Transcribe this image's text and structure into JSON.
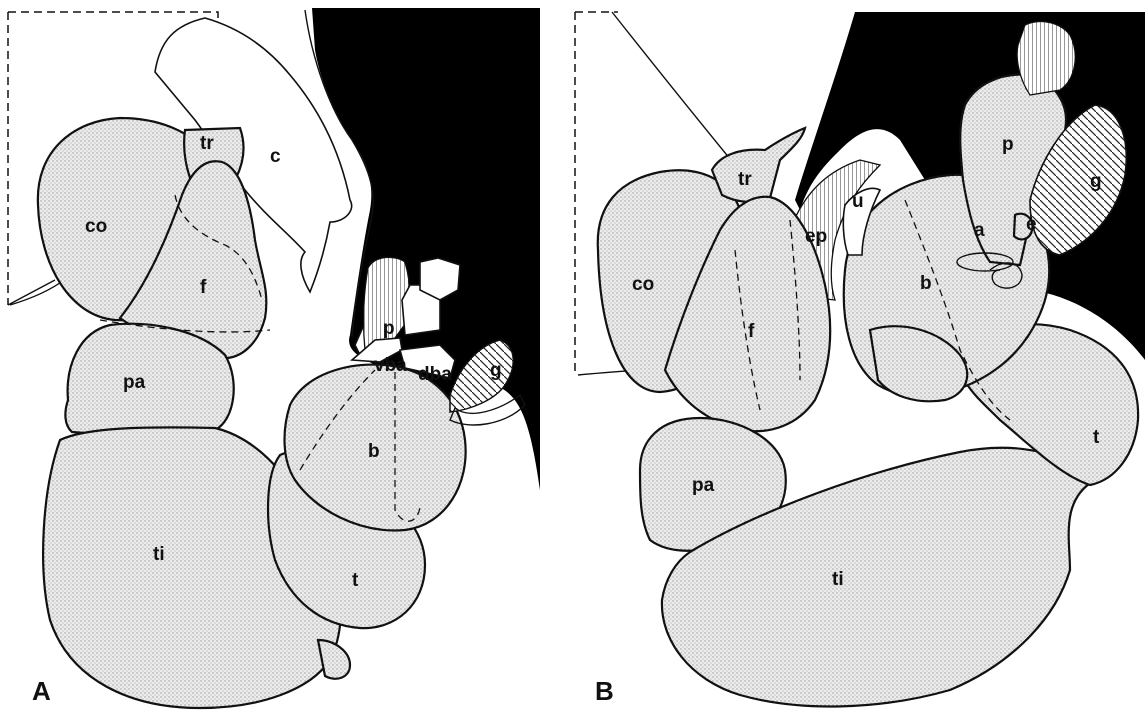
{
  "panels": [
    {
      "id": "A",
      "letter": "A",
      "labels": {
        "tr": "tr",
        "c": "c",
        "co": "co",
        "f": "f",
        "pa": "pa",
        "ti": "ti",
        "p": "p",
        "vba": "vba",
        "dba": "dba",
        "g": "g",
        "b": "b",
        "t": "t"
      }
    },
    {
      "id": "B",
      "letter": "B",
      "labels": {
        "tr": "tr",
        "co": "co",
        "f": "f",
        "pa": "pa",
        "ti": "ti",
        "ep": "ep",
        "u": "u",
        "p": "p",
        "g": "g",
        "a": "a",
        "e": "e",
        "b": "b",
        "t": "t"
      }
    }
  ],
  "colors": {
    "ink": "#111111",
    "body": "#000000",
    "segment_fill": "#e6e6e6",
    "background": "#ffffff"
  }
}
